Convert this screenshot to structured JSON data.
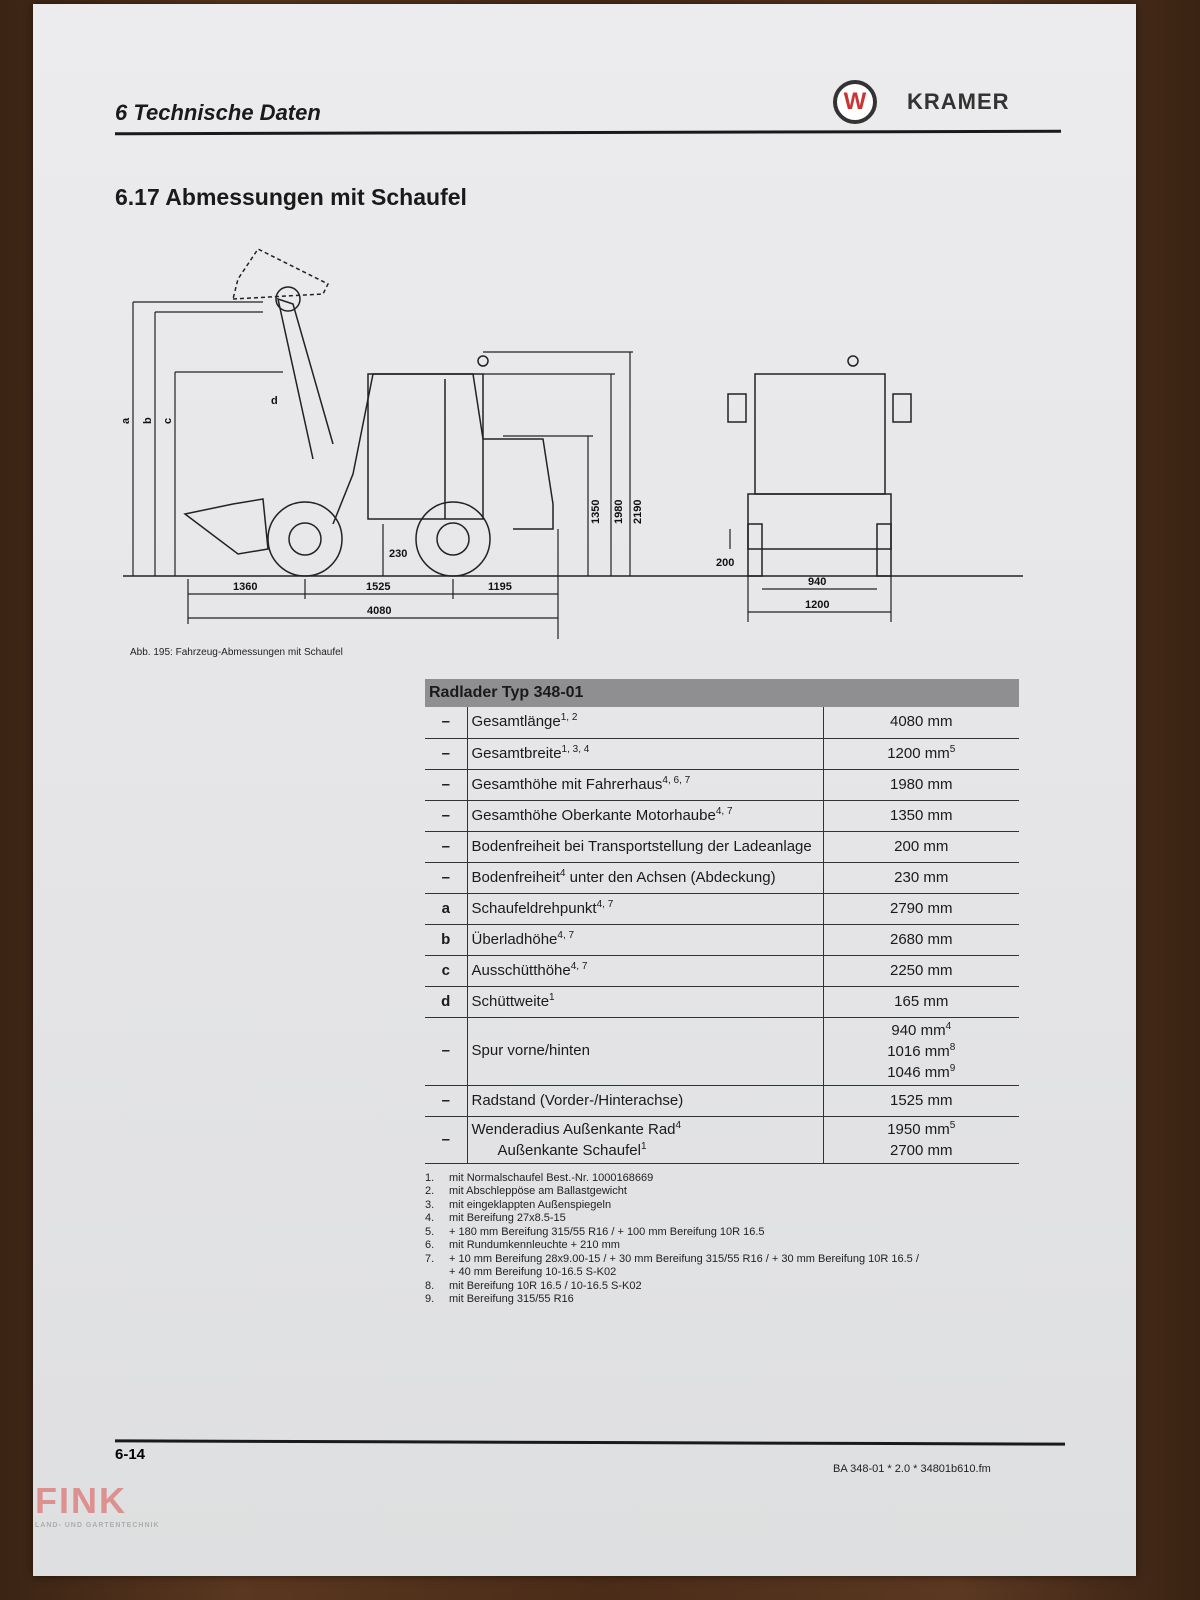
{
  "header": {
    "chapter": "6  Technische Daten",
    "brand": "KRAMER",
    "logo_letter": "W"
  },
  "section_title": "6.17 Abmessungen mit Schaufel",
  "figure": {
    "caption": "Abb. 195: Fahrzeug-Abmessungen mit Schaufel",
    "labels": {
      "a": "a",
      "b": "b",
      "c": "c",
      "d": "d",
      "front_overhang": "1360",
      "wheelbase": "1525",
      "rear_overhang": "1195",
      "length": "4080",
      "clearance_axle": "230",
      "hood": "1350",
      "cab": "1980",
      "beacon": "2190",
      "clearance_front": "200",
      "track": "940",
      "width": "1200"
    }
  },
  "table": {
    "title": "Radlader Typ 348-01",
    "rows": [
      {
        "key": "–",
        "label": "Gesamtlänge",
        "sup": "1, 2",
        "value": "4080 mm",
        "vsup": ""
      },
      {
        "key": "–",
        "label": "Gesamtbreite",
        "sup": "1, 3, 4",
        "value": "1200 mm",
        "vsup": "5"
      },
      {
        "key": "–",
        "label": "Gesamthöhe mit Fahrerhaus",
        "sup": "4, 6, 7",
        "value": "1980 mm",
        "vsup": ""
      },
      {
        "key": "–",
        "label": "Gesamthöhe Oberkante Motorhaube",
        "sup": "4, 7",
        "value": "1350 mm",
        "vsup": ""
      },
      {
        "key": "–",
        "label": "Bodenfreiheit bei Transportstellung der Ladeanlage",
        "sup": "",
        "value": "200 mm",
        "vsup": ""
      },
      {
        "key": "–",
        "label": "Bodenfreiheit",
        "sup": "4",
        "label2": " unter den Achsen (Abdeckung)",
        "value": "230 mm",
        "vsup": ""
      },
      {
        "key": "a",
        "label": "Schaufeldrehpunkt",
        "sup": "4, 7",
        "value": "2790 mm",
        "vsup": ""
      },
      {
        "key": "b",
        "label": "Überladhöhe",
        "sup": "4, 7",
        "value": "2680 mm",
        "vsup": ""
      },
      {
        "key": "c",
        "label": "Ausschütthöhe",
        "sup": "4, 7",
        "value": "2250 mm",
        "vsup": ""
      },
      {
        "key": "d",
        "label": "Schüttweite",
        "sup": "1",
        "value": "165 mm",
        "vsup": ""
      }
    ],
    "spur": {
      "key": "–",
      "label": "Spur vorne/hinten",
      "values": [
        {
          "v": "940 mm",
          "s": "4"
        },
        {
          "v": "1016 mm",
          "s": "8"
        },
        {
          "v": "1046 mm",
          "s": "9"
        }
      ]
    },
    "radstand": {
      "key": "–",
      "label": "Radstand (Vorder-/Hinterachse)",
      "value": "1525 mm"
    },
    "wende": {
      "key": "–",
      "label1": "Wenderadius Außenkante Rad",
      "sup1": "4",
      "label2": "Außenkante Schaufel",
      "sup2": "1",
      "value1": "1950 mm",
      "vsup1": "5",
      "value2": "2700 mm"
    }
  },
  "footnotes": [
    {
      "n": "1.",
      "t": "mit Normalschaufel Best.-Nr. 1000168669"
    },
    {
      "n": "2.",
      "t": "mit Abschleppöse am Ballastgewicht"
    },
    {
      "n": "3.",
      "t": "mit eingeklappten Außenspiegeln"
    },
    {
      "n": "4.",
      "t": "mit Bereifung 27x8.5-15"
    },
    {
      "n": "5.",
      "t": "+ 180 mm Bereifung 315/55 R16 / + 100 mm Bereifung 10R 16.5"
    },
    {
      "n": "6.",
      "t": "mit Rundumkennleuchte + 210 mm"
    },
    {
      "n": "7.",
      "t": "+ 10 mm Bereifung 28x9.00-15 / + 30 mm Bereifung 315/55 R16 / + 30 mm Bereifung 10R 16.5 / + 40 mm Bereifung 10-16.5 S-K02"
    },
    {
      "n": "8.",
      "t": "mit Bereifung 10R 16.5 / 10-16.5 S-K02"
    },
    {
      "n": "9.",
      "t": "mit Bereifung 315/55 R16"
    }
  ],
  "footer": {
    "page": "6-14",
    "doc_id": "BA 348-01 * 2.0 * 34801b610.fm"
  },
  "watermark": {
    "text": "FINK",
    "sub": "LAND- UND GARTENTECHNIK"
  }
}
